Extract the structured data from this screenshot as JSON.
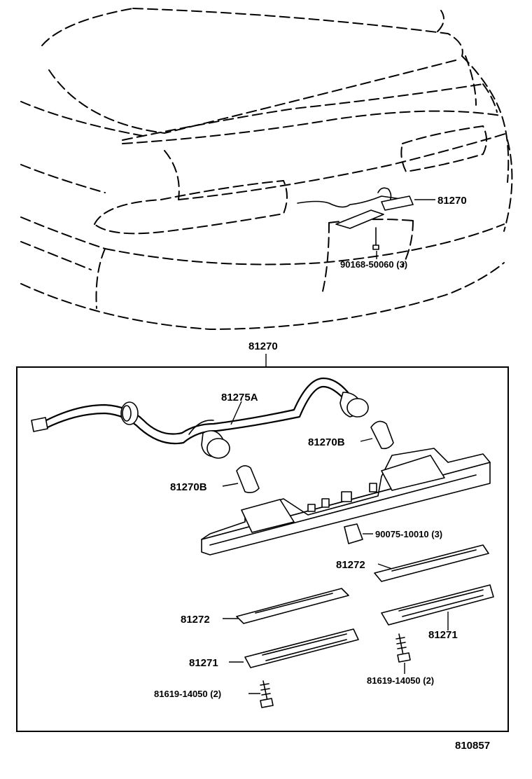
{
  "callouts": {
    "top_assembly": "81270",
    "top_screw": "90168-50060 (3)",
    "assembly_header": "81270",
    "wire_harness": "81275A",
    "bulb_right": "81270B",
    "bulb_left": "81270B",
    "clip_nut": "90075-10010 (3)",
    "lens_right": "81272",
    "lens_left": "81272",
    "cover_right": "81271",
    "cover_left": "81271",
    "screw_right": "81619-14050 (2)",
    "screw_left": "81619-14050 (2)"
  },
  "figure_number": "810857"
}
